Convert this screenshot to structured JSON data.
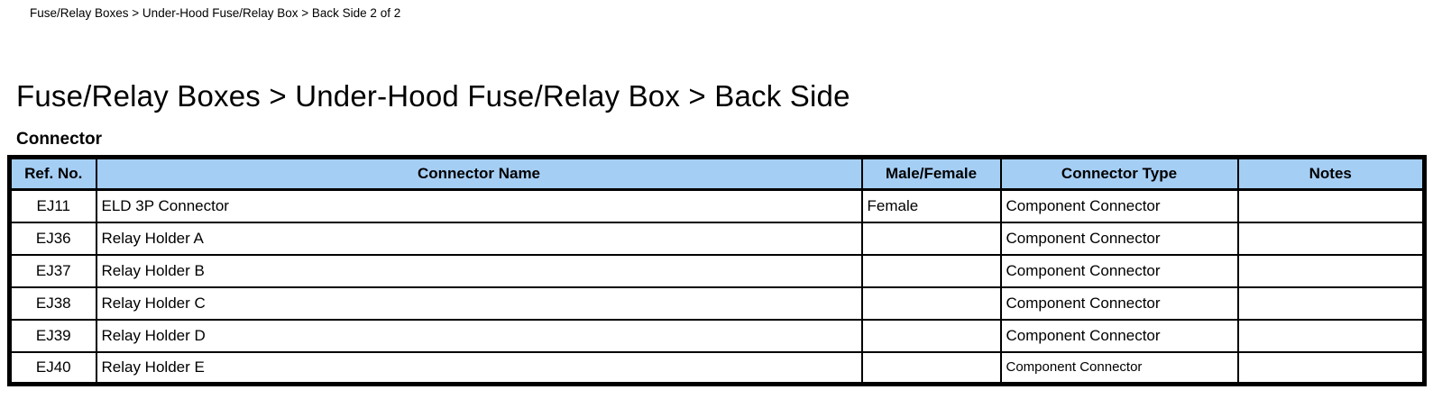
{
  "page": {
    "breadcrumb": "Fuse/Relay Boxes > Under-Hood Fuse/Relay Box > Back Side 2 of 2",
    "title": "Fuse/Relay Boxes > Under-Hood Fuse/Relay Box > Back Side",
    "section_label": "Connector"
  },
  "colors": {
    "header_bg": "#A5CEF4",
    "border": "#000000",
    "text": "#000000",
    "page_bg": "#FFFFFF"
  },
  "table": {
    "headers": [
      "Ref. No.",
      "Connector Name",
      "Male/Female",
      "Connector Type",
      "Notes"
    ],
    "rows": [
      {
        "ref_no": "EJ11",
        "connector_name": "ELD 3P Connector",
        "male_female": "Female",
        "connector_type": "Component Connector",
        "notes": ""
      },
      {
        "ref_no": "EJ36",
        "connector_name": "Relay Holder A",
        "male_female": "",
        "connector_type": "Component Connector",
        "notes": ""
      },
      {
        "ref_no": "EJ37",
        "connector_name": "Relay Holder B",
        "male_female": "",
        "connector_type": "Component Connector",
        "notes": ""
      },
      {
        "ref_no": "EJ38",
        "connector_name": "Relay Holder C",
        "male_female": "",
        "connector_type": "Component Connector",
        "notes": ""
      },
      {
        "ref_no": "EJ39",
        "connector_name": "Relay Holder D",
        "male_female": "",
        "connector_type": "Component Connector",
        "notes": ""
      },
      {
        "ref_no": "EJ40",
        "connector_name": "Relay Holder E",
        "male_female": "",
        "connector_type": "Component Connector",
        "notes": ""
      }
    ]
  }
}
